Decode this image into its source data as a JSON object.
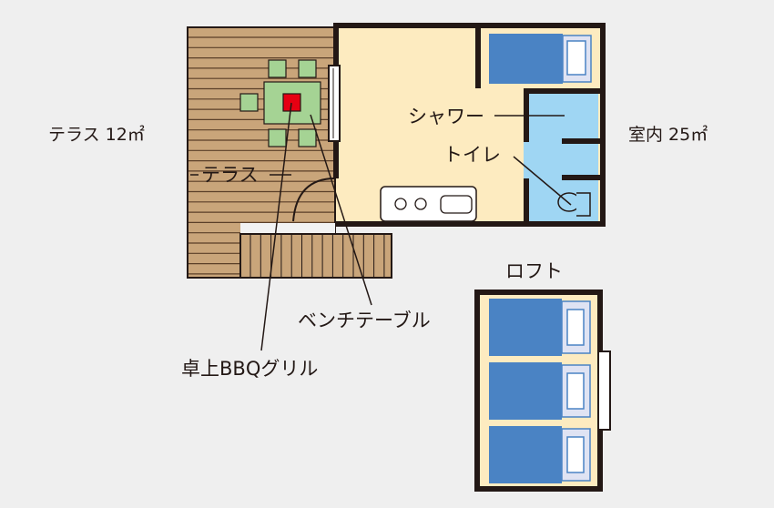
{
  "labels": {
    "terrace_area": "テラス 12㎡",
    "indoor_area": "室内 25㎡",
    "terrace": "テラス",
    "shower": "シャワー",
    "toilet": "トイレ",
    "loft": "ロフト",
    "bench_table": "ベンチテーブル",
    "bbq_grill": "卓上BBQグリル"
  },
  "colors": {
    "background": "#efefef",
    "deck": "#c9a57a",
    "floor": "#fdebc0",
    "wall": "#231815",
    "bed": "#4a83c4",
    "pillow_frame": "#dfe3f3",
    "bath": "#9fd6f3",
    "table": "#a5d394",
    "grill": "#e60012"
  }
}
